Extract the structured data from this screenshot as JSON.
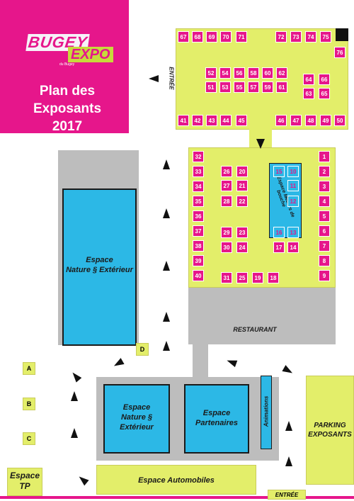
{
  "logo": {
    "brand": "BUGEY",
    "expo": "EXPO",
    "tagline": "du Bugey"
  },
  "title": {
    "line1": "Plan des",
    "line2": "Exposants",
    "line3": "2017"
  },
  "labels": {
    "entree_top": "ENTRÉE",
    "entree_bottom": "ENTRÉE",
    "restaurant": "RESTAURANT",
    "nature_left": "Espace\nNature § Extérieur",
    "nature_center": "Espace\nNature §\nExtérieur",
    "partenaires": "Espace\nPartenaires",
    "animations": "Animations",
    "parking": "PARKING\nEXPOSANTS",
    "automobiles": "Espace Automobiles",
    "tp": "Espace\nTP",
    "metiers": "Espace Métiers de bouche",
    "a": "A",
    "b": "B",
    "c": "C",
    "d": "D"
  },
  "booths": {
    "top_row": [
      "67",
      "68",
      "69",
      "70",
      "71",
      "72",
      "73",
      "74",
      "75"
    ],
    "b76": "76",
    "grid_left": [
      "52",
      "54",
      "56",
      "51",
      "53",
      "55"
    ],
    "grid_mid": [
      "58",
      "60",
      "62",
      "57",
      "59",
      "61"
    ],
    "grid_right": [
      "64",
      "66",
      "63",
      "65"
    ],
    "bottom_row": [
      "41",
      "42",
      "43",
      "44",
      "45",
      "46",
      "47",
      "48",
      "49",
      "50"
    ],
    "left_col": [
      "32",
      "33",
      "34",
      "35",
      "36",
      "37",
      "38",
      "39",
      "40"
    ],
    "right_col": [
      "1",
      "2",
      "3",
      "4",
      "5",
      "6",
      "7",
      "8",
      "9"
    ],
    "inner_a": [
      "26",
      "20",
      "27",
      "21",
      "28",
      "22"
    ],
    "inner_b": [
      "29",
      "23",
      "30",
      "24"
    ],
    "cyan_col": [
      "15",
      "10",
      "11",
      "12",
      "16",
      "13"
    ],
    "pair_bottom": [
      "17",
      "14"
    ],
    "bottom_inner": [
      "31",
      "25",
      "19",
      "18"
    ]
  }
}
